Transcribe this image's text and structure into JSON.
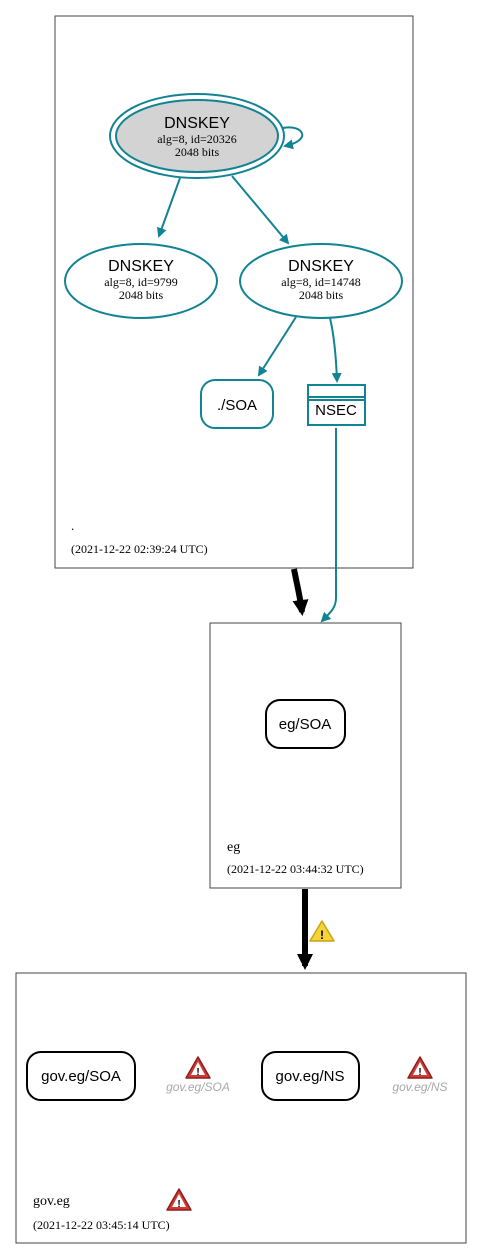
{
  "zones": {
    "root": {
      "name": ".",
      "timestamp": "(2021-12-22 02:39:24 UTC)"
    },
    "eg": {
      "name": "eg",
      "timestamp": "(2021-12-22 03:44:32 UTC)"
    },
    "gov_eg": {
      "name": "gov.eg",
      "timestamp": "(2021-12-22 03:45:14 UTC)"
    }
  },
  "nodes": {
    "ksk": {
      "title": "DNSKEY",
      "line1": "alg=8, id=20326",
      "line2": "2048 bits"
    },
    "zsk1": {
      "title": "DNSKEY",
      "line1": "alg=8, id=9799",
      "line2": "2048 bits"
    },
    "zsk2": {
      "title": "DNSKEY",
      "line1": "alg=8, id=14748",
      "line2": "2048 bits"
    },
    "root_soa": {
      "label": "./SOA"
    },
    "nsec": {
      "label": "NSEC"
    },
    "eg_soa": {
      "label": "eg/SOA"
    },
    "gov_soa": {
      "label": "gov.eg/SOA"
    },
    "gov_ns": {
      "label": "gov.eg/NS"
    },
    "gov_soa_missing": {
      "label": "gov.eg/SOA"
    },
    "gov_ns_missing": {
      "label": "gov.eg/NS"
    }
  },
  "colors": {
    "teal": "#128393",
    "ksk_fill": "#d3d3d3",
    "border": "#444444",
    "black": "#000000",
    "faded_text": "#a8a8a8",
    "warning_yellow": "#f5d43b",
    "error_red": "#d43a35"
  }
}
